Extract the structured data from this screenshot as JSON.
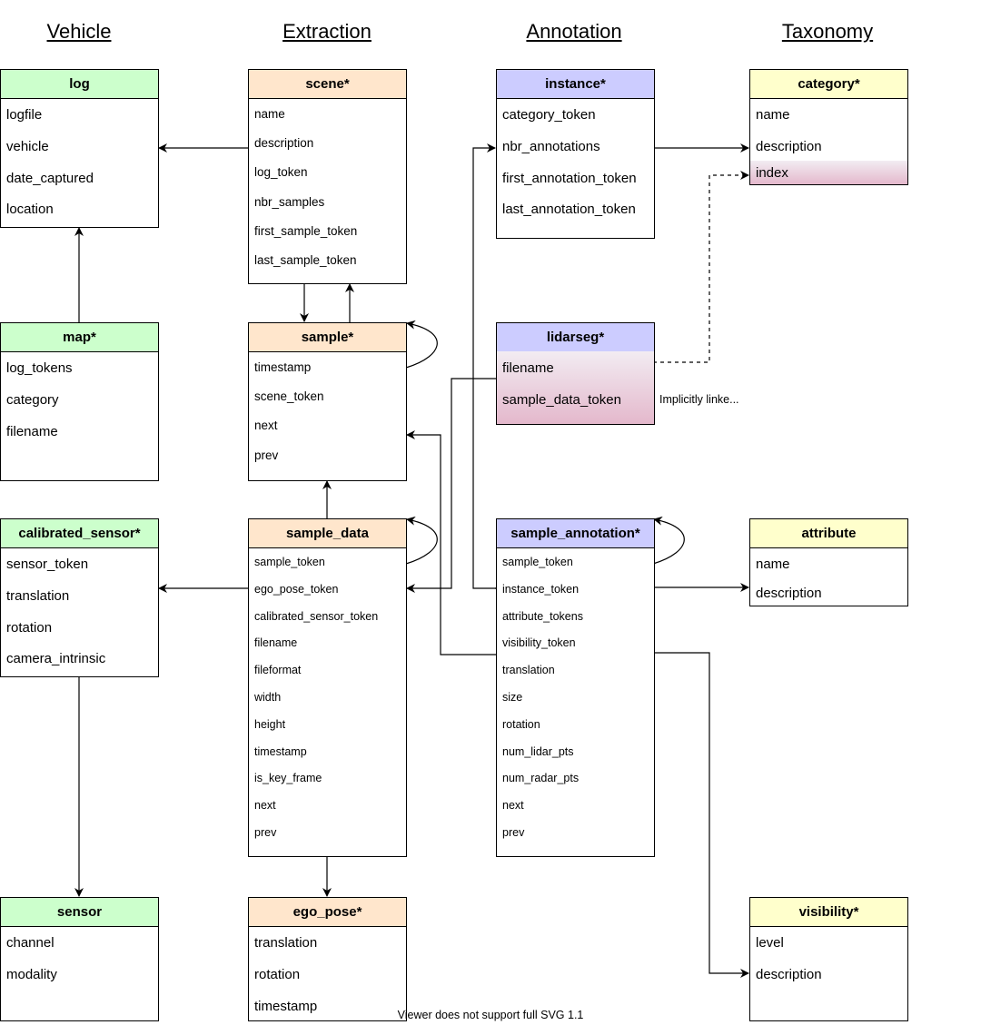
{
  "groups": {
    "vehicle": "Vehicle",
    "extraction": "Extraction",
    "annotation": "Annotation",
    "taxonomy": "Taxonomy"
  },
  "entities": {
    "log": {
      "title": "log",
      "fields": [
        "logfile",
        "vehicle",
        "date_captured",
        "location"
      ]
    },
    "map": {
      "title": "map*",
      "fields": [
        "log_tokens",
        "category",
        "filename"
      ]
    },
    "calibrated_sensor": {
      "title": "calibrated_sensor*",
      "fields": [
        "sensor_token",
        "translation",
        "rotation",
        "camera_intrinsic"
      ]
    },
    "sensor": {
      "title": "sensor",
      "fields": [
        "channel",
        "modality"
      ]
    },
    "scene": {
      "title": "scene*",
      "fields": [
        "name",
        "description",
        "log_token",
        "nbr_samples",
        "first_sample_token",
        "last_sample_token"
      ]
    },
    "sample": {
      "title": "sample*",
      "fields": [
        "timestamp",
        "scene_token",
        "next",
        "prev"
      ]
    },
    "sample_data": {
      "title": "sample_data",
      "fields": [
        "sample_token",
        "ego_pose_token",
        "calibrated_sensor_token",
        "filename",
        "fileformat",
        "width",
        "height",
        "timestamp",
        "is_key_frame",
        "next",
        "prev"
      ]
    },
    "ego_pose": {
      "title": "ego_pose*",
      "fields": [
        "translation",
        "rotation",
        "timestamp"
      ]
    },
    "instance": {
      "title": "instance*",
      "fields": [
        "category_token",
        "nbr_annotations",
        "first_annotation_token",
        "last_annotation_token"
      ]
    },
    "lidarseg": {
      "title": "lidarseg*",
      "fields": [
        "filename",
        "sample_data_token"
      ]
    },
    "sample_annotation": {
      "title": "sample_annotation*",
      "fields": [
        "sample_token",
        "instance_token",
        "attribute_tokens",
        "visibility_token",
        "translation",
        "size",
        "rotation",
        "num_lidar_pts",
        "num_radar_pts",
        "next",
        "prev"
      ]
    },
    "category": {
      "title": "category*",
      "fields": [
        "name",
        "description",
        "index"
      ]
    },
    "attribute": {
      "title": "attribute",
      "fields": [
        "name",
        "description"
      ]
    },
    "visibility": {
      "title": "visibility*",
      "fields": [
        "level",
        "description"
      ]
    }
  },
  "note": "Implicitly linke...",
  "footer": "Viewer does not support full SVG 1.1"
}
